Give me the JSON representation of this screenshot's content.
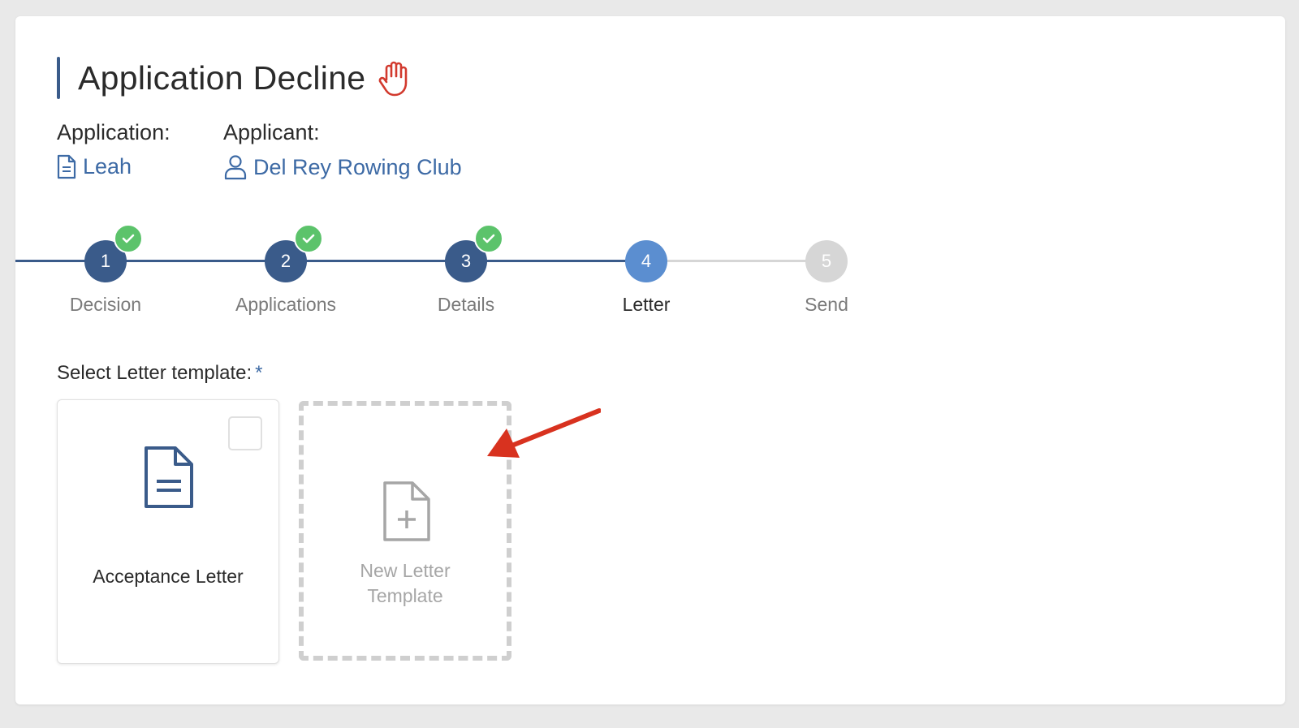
{
  "header": {
    "title": "Application Decline",
    "icon": "hand-stop-icon"
  },
  "meta": {
    "application_label": "Application:",
    "application_value": "Leah",
    "applicant_label": "Applicant:",
    "applicant_value": "Del Rey Rowing Club"
  },
  "stepper": {
    "steps": [
      {
        "number": "1",
        "label": "Decision",
        "state": "complete"
      },
      {
        "number": "2",
        "label": "Applications",
        "state": "complete"
      },
      {
        "number": "3",
        "label": "Details",
        "state": "complete"
      },
      {
        "number": "4",
        "label": "Letter",
        "state": "active"
      },
      {
        "number": "5",
        "label": "Send",
        "state": "upcoming"
      }
    ]
  },
  "templates": {
    "label": "Select Letter template:",
    "required_mark": "*",
    "items": [
      {
        "name": "Acceptance Letter",
        "checked": false
      }
    ],
    "new_template_line1": "New Letter",
    "new_template_line2": "Template"
  },
  "colors": {
    "primary": "#3a5b8a",
    "active_step": "#5b8ed0",
    "upcoming_step": "#d6d6d6",
    "check": "#5cc36b",
    "link": "#3d6aa5",
    "alert_icon": "#d23a2e",
    "arrow": "#d8321f"
  }
}
